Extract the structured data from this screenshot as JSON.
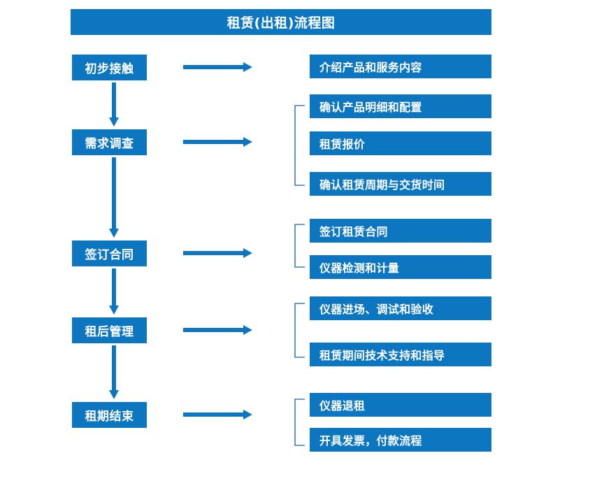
{
  "title": "租赁(出租)流程图",
  "theme": {
    "box_fill": "#0C77C0",
    "box_text": "#FFFFFF",
    "arrow_color": "#0C77C0",
    "bracket_color": "#3E7FB5",
    "background": "#FFFFFF"
  },
  "stages": [
    {
      "label": "初步接触"
    },
    {
      "label": "需求调查"
    },
    {
      "label": "签订合同"
    },
    {
      "label": "租后管理"
    },
    {
      "label": "租期结束"
    }
  ],
  "details": [
    {
      "label": "介绍产品和服务内容"
    },
    {
      "label": "确认产品明细和配置"
    },
    {
      "label": "租赁报价"
    },
    {
      "label": "确认租赁周期与交货时间"
    },
    {
      "label": "签订租赁合同"
    },
    {
      "label": "仪器检测和计量"
    },
    {
      "label": "仪器进场、调试和验收"
    },
    {
      "label": "租赁期间技术支持和指导"
    },
    {
      "label": "仪器退租"
    },
    {
      "label": "开具发票，付款流程"
    }
  ],
  "connectors": {
    "stage_to_detail": "horizontal-arrow",
    "stage_to_stage": "vertical-arrow",
    "detail_group": "bracket"
  },
  "chart_data": {
    "type": "flowchart",
    "title": "租赁(出租)流程图",
    "orientation": "top-to-bottom",
    "nodes": [
      {
        "id": "s1",
        "label": "初步接触",
        "column": "stage",
        "order": 1
      },
      {
        "id": "s2",
        "label": "需求调查",
        "column": "stage",
        "order": 2
      },
      {
        "id": "s3",
        "label": "签订合同",
        "column": "stage",
        "order": 3
      },
      {
        "id": "s4",
        "label": "租后管理",
        "column": "stage",
        "order": 4
      },
      {
        "id": "s5",
        "label": "租期结束",
        "column": "stage",
        "order": 5
      },
      {
        "id": "d1",
        "label": "介绍产品和服务内容",
        "column": "detail",
        "parent": "s1"
      },
      {
        "id": "d2",
        "label": "确认产品明细和配置",
        "column": "detail",
        "parent": "s2"
      },
      {
        "id": "d3",
        "label": "租赁报价",
        "column": "detail",
        "parent": "s2"
      },
      {
        "id": "d4",
        "label": "确认租赁周期与交货时间",
        "column": "detail",
        "parent": "s2"
      },
      {
        "id": "d5",
        "label": "签订租赁合同",
        "column": "detail",
        "parent": "s3"
      },
      {
        "id": "d6",
        "label": "仪器检测和计量",
        "column": "detail",
        "parent": "s3"
      },
      {
        "id": "d7",
        "label": "仪器进场、调试和验收",
        "column": "detail",
        "parent": "s4"
      },
      {
        "id": "d8",
        "label": "租赁期间技术支持和指导",
        "column": "detail",
        "parent": "s4"
      },
      {
        "id": "d9",
        "label": "仪器退租",
        "column": "detail",
        "parent": "s5"
      },
      {
        "id": "d10",
        "label": "开具发票，付款流程",
        "column": "detail",
        "parent": "s5"
      }
    ],
    "edges": [
      {
        "from": "s1",
        "to": "s2",
        "style": "vertical-arrow"
      },
      {
        "from": "s2",
        "to": "s3",
        "style": "vertical-arrow"
      },
      {
        "from": "s3",
        "to": "s4",
        "style": "vertical-arrow"
      },
      {
        "from": "s4",
        "to": "s5",
        "style": "vertical-arrow"
      },
      {
        "from": "s1",
        "to": "d1",
        "style": "horizontal-arrow"
      },
      {
        "from": "s2",
        "to": "d2",
        "style": "horizontal-arrow-bracket"
      },
      {
        "from": "s3",
        "to": "d5",
        "style": "horizontal-arrow-bracket"
      },
      {
        "from": "s4",
        "to": "d7",
        "style": "horizontal-arrow-bracket"
      },
      {
        "from": "s5",
        "to": "d9",
        "style": "horizontal-arrow-bracket"
      }
    ]
  }
}
